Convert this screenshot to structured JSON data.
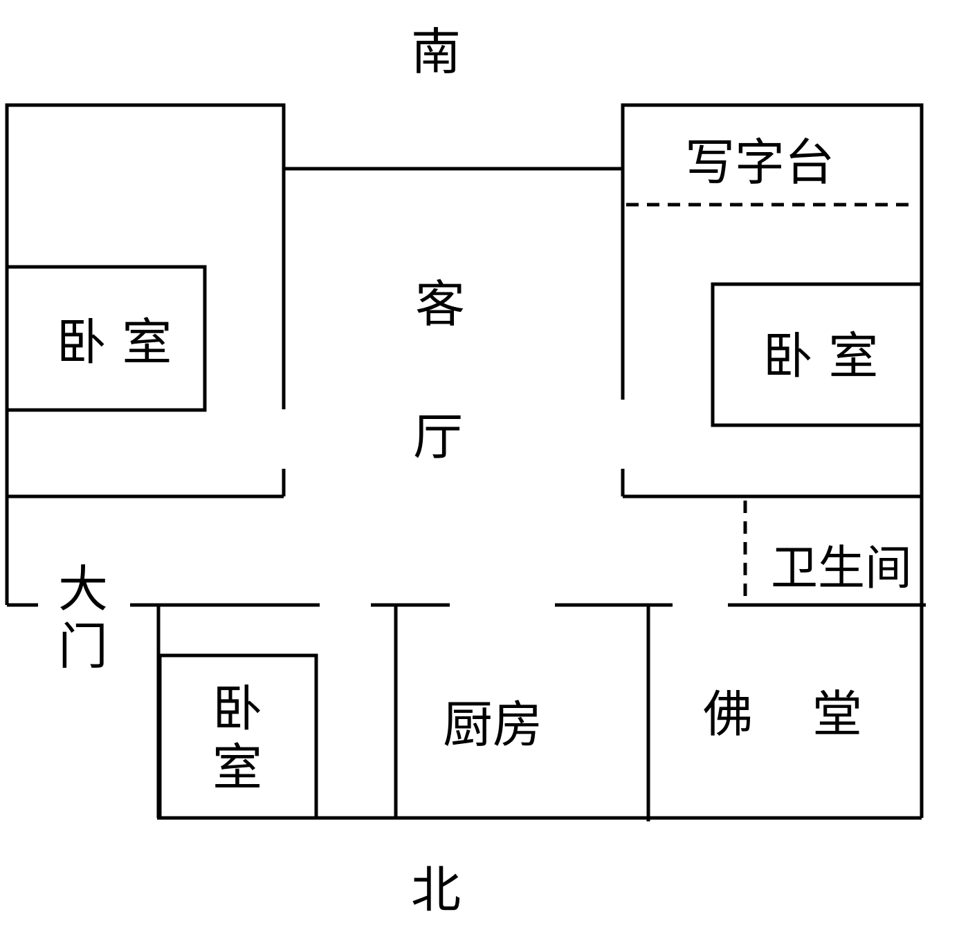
{
  "compass": {
    "south": "南",
    "north": "北"
  },
  "rooms": {
    "living_room_1": "客",
    "living_room_2": "厅",
    "desk": "写字台",
    "bedroom_left": "卧 室",
    "bedroom_right": "卧 室",
    "bedroom_bottom_1": "卧",
    "bedroom_bottom_2": "室",
    "bathroom": "卫生间",
    "main_door_1": "大",
    "main_door_2": "门",
    "kitchen": "厨房",
    "shrine_1": "佛",
    "shrine_2": "堂"
  },
  "colors": {
    "line": "#000000",
    "background": "#ffffff"
  }
}
